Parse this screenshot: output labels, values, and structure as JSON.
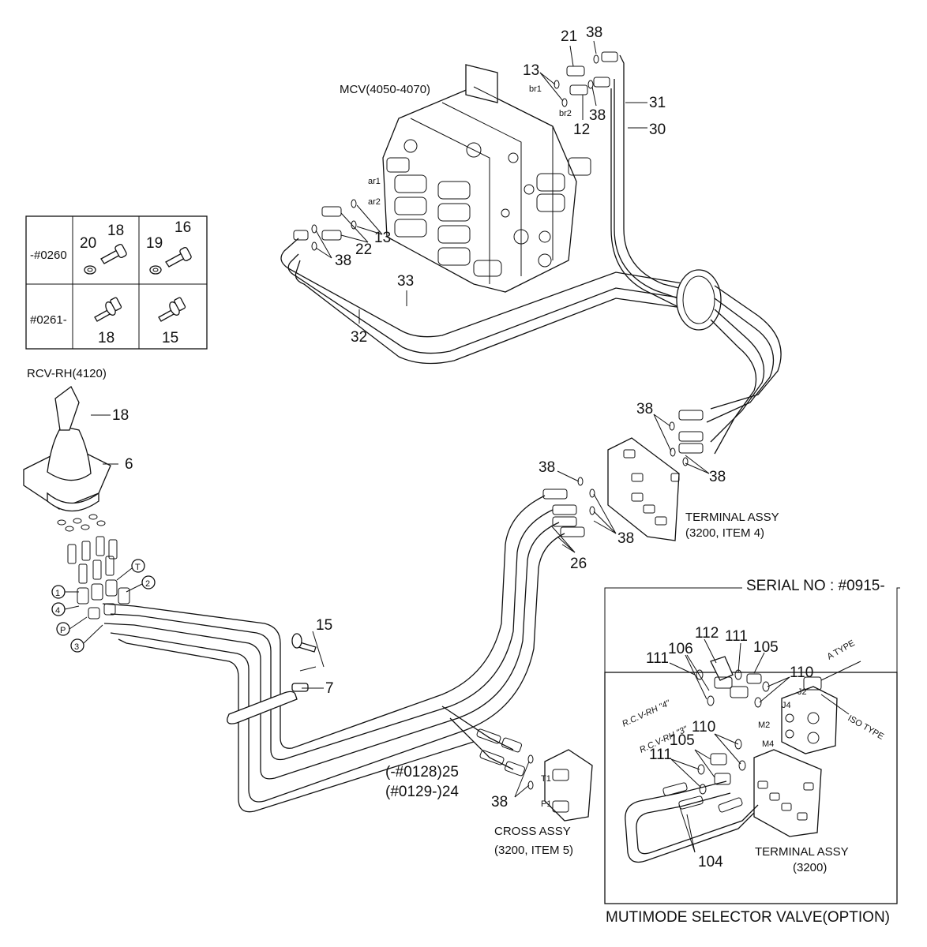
{
  "table": {
    "row1_serial": "-#0260",
    "row2_serial": "#0261-",
    "r1c1_left": "20",
    "r1c1_right": "18",
    "r1c2_left": "19",
    "r1c2_right": "16",
    "r2c1": "18",
    "r2c2": "15"
  },
  "labels": {
    "mcv": "MCV(4050-4070)",
    "rcv": "RCV-RH(4120)",
    "terminal_upper_1": "TERMINAL ASSY",
    "terminal_upper_2": "(3200, ITEM 4)",
    "cross_1": "CROSS ASSY",
    "cross_2": "(3200, ITEM 5)",
    "serial": "SERIAL NO : #0915-",
    "terminal_lower_1": "TERMINAL ASSY",
    "terminal_lower_2": "(3200)",
    "mms": "MUTIMODE SELECTOR VALVE(OPTION)",
    "a_type": "A TYPE",
    "iso_type": "ISO TYPE",
    "rcv_4": "R.C.V-RH \"4\"",
    "rcv_3": "R.C.V-RH \"3\"",
    "port_br1": "br1",
    "port_br2": "br2",
    "port_ar1": "ar1",
    "port_ar2": "ar2",
    "port_t1": "T1",
    "port_p1": "P1",
    "port_j2": "J2",
    "port_j4": "J4",
    "port_m2": "M2",
    "port_m4": "M4"
  },
  "callouts": {
    "c21": "21",
    "c38_top": "38",
    "c13_top": "13",
    "c31": "31",
    "c12": "12",
    "c38_b": "38",
    "c30": "30",
    "c13_mid": "13",
    "c22": "22",
    "c38_mid": "38",
    "c33": "33",
    "c32": "32",
    "c18": "18",
    "c6": "6",
    "c38_t1": "38",
    "c38_t2": "38",
    "c38_t3": "38",
    "c38_t4": "38",
    "c26": "26",
    "c15": "15",
    "c7": "7",
    "c25": "(-#0128)25",
    "c24": "(#0129-)24",
    "c38_cross": "38",
    "c112": "112",
    "c111_a": "111",
    "c105_a": "105",
    "c111_b": "111",
    "c106": "106",
    "c110_a": "110",
    "c110_b": "110",
    "c105_b": "105",
    "c111_c": "111",
    "c104": "104"
  },
  "rcv_ports": {
    "p1": "1",
    "p2": "2",
    "p3": "3",
    "p4": "4",
    "pT": "T",
    "pP": "P"
  }
}
